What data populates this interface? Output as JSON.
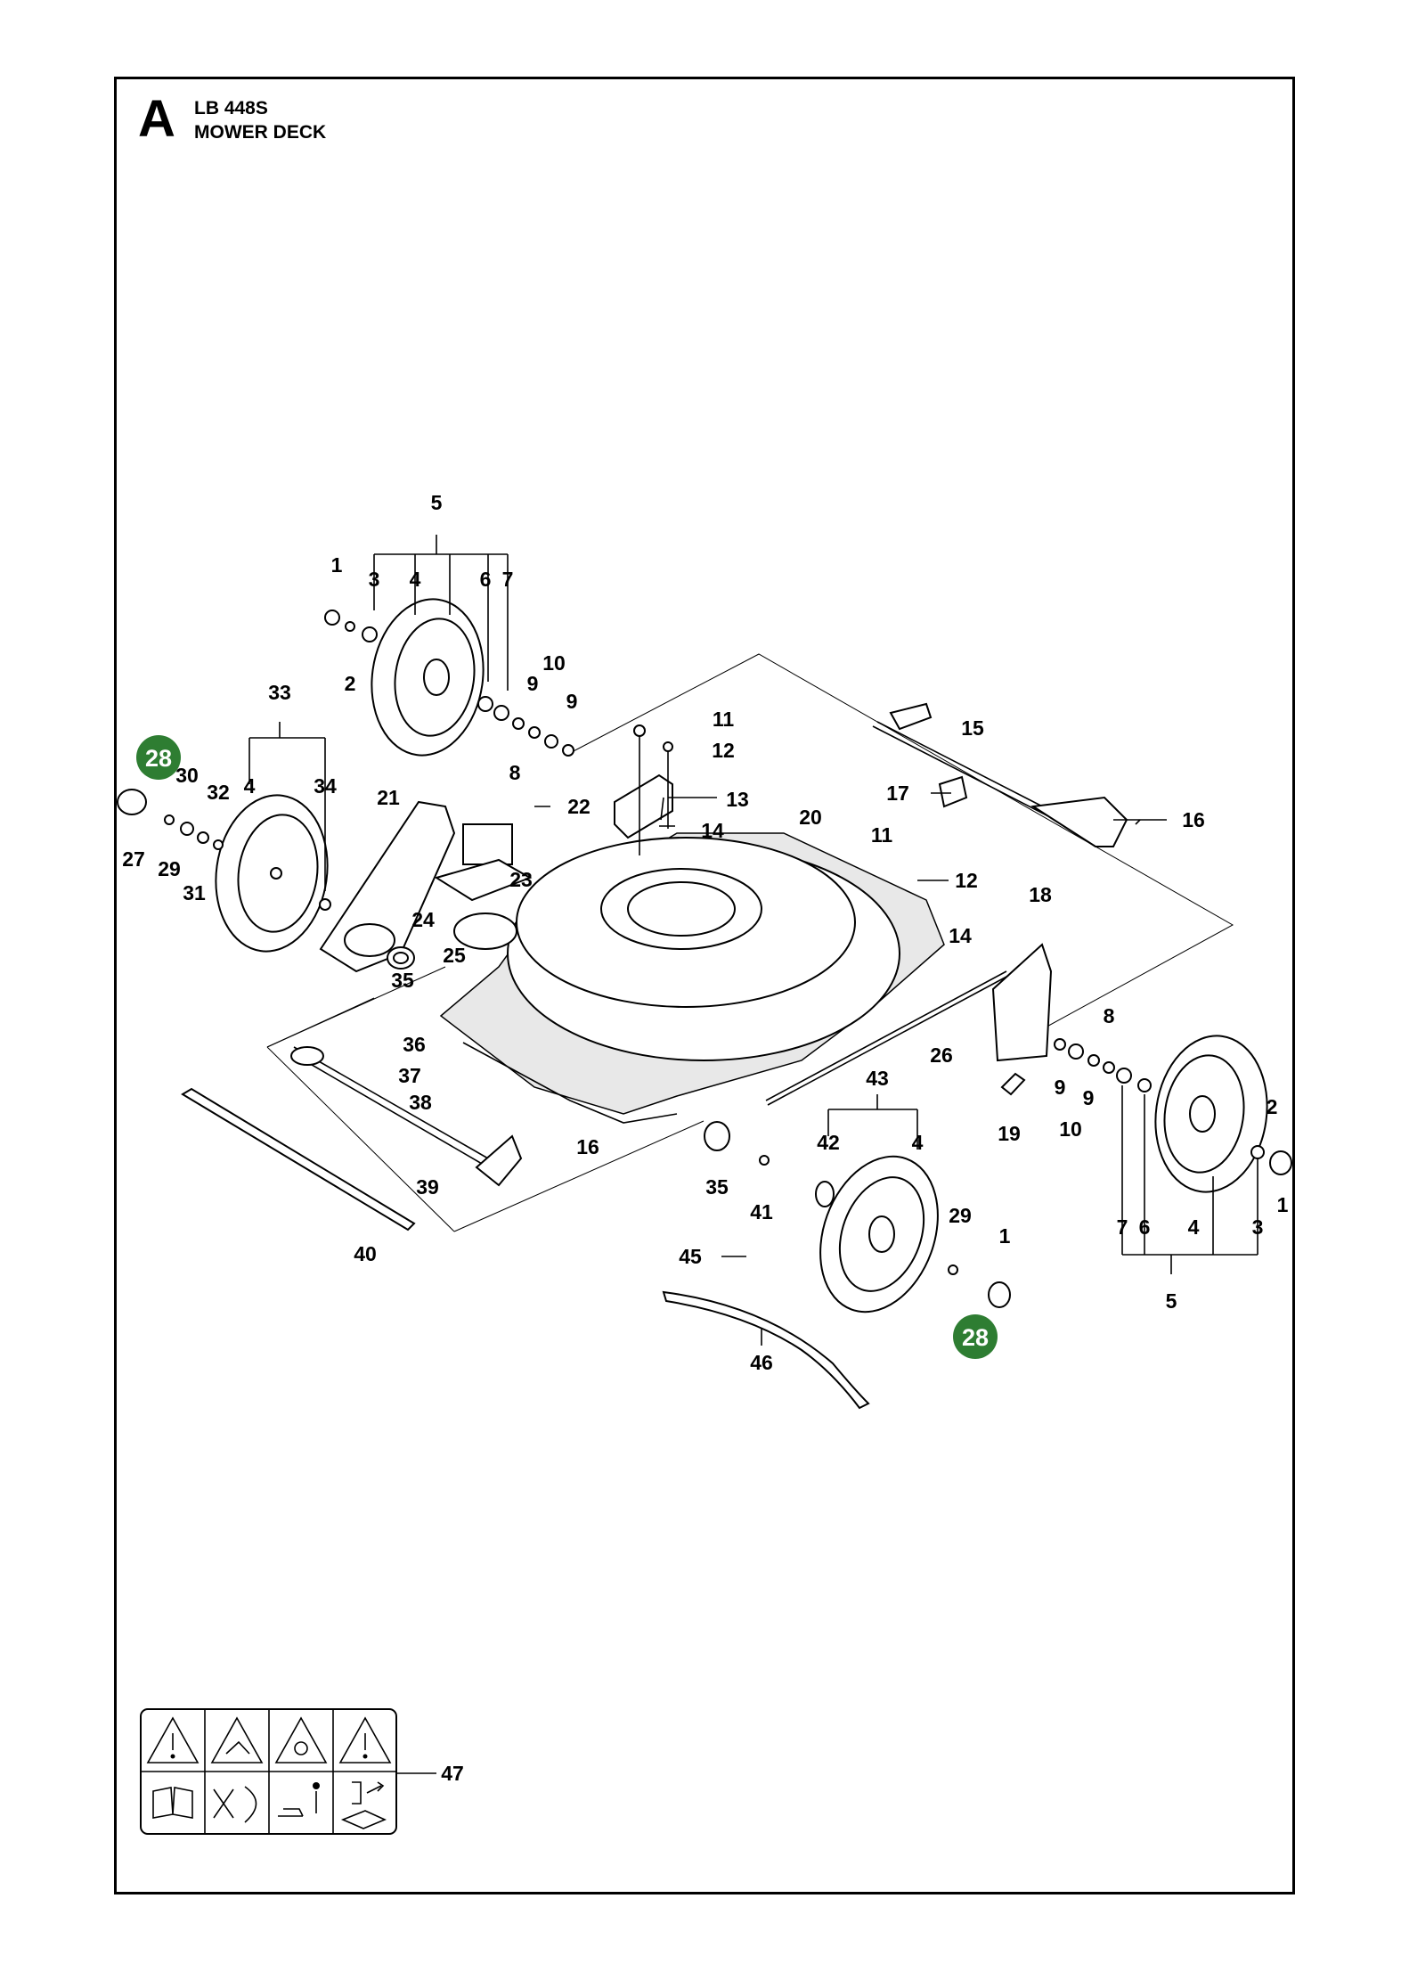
{
  "header": {
    "section_letter": "A",
    "model": "LB 448S",
    "title": "MOWER DECK"
  },
  "badge_color": "#2e7d32",
  "badges": [
    "28",
    "28"
  ],
  "part_labels": [
    "1",
    "2",
    "3",
    "4",
    "5",
    "6",
    "7",
    "8",
    "9",
    "9",
    "10",
    "11",
    "12",
    "13",
    "14",
    "15",
    "16",
    "17",
    "20",
    "21",
    "22",
    "23",
    "24",
    "25",
    "33",
    "4",
    "34",
    "28",
    "30",
    "32",
    "27",
    "29",
    "31",
    "35",
    "36",
    "37",
    "38",
    "16",
    "39",
    "40",
    "26",
    "18",
    "14",
    "11",
    "12",
    "8",
    "9",
    "9",
    "10",
    "19",
    "7",
    "6",
    "4",
    "3",
    "2",
    "1",
    "5",
    "43",
    "42",
    "4",
    "35",
    "41",
    "29",
    "1",
    "45",
    "46",
    "47"
  ],
  "icons": [
    "warning-triangle-icon",
    "warning-thrown-objects-icon",
    "warning-rotating-blade-icon",
    "warning-general-icon",
    "read-manual-icon",
    "keep-hands-away-icon",
    "keep-bystanders-away-icon",
    "disconnect-spark-plug-icon"
  ]
}
